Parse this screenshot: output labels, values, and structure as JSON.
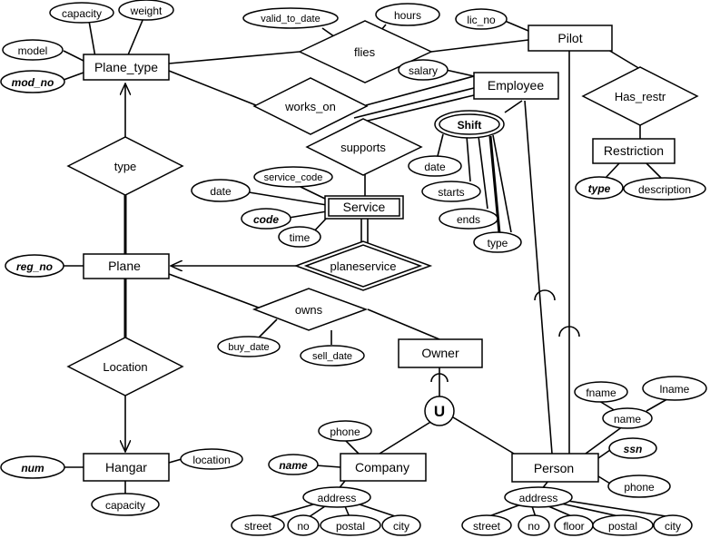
{
  "entities": {
    "plane_type": "Plane_type",
    "pilot": "Pilot",
    "employee": "Employee",
    "restriction": "Restriction",
    "service": "Service",
    "plane": "Plane",
    "owner": "Owner",
    "hangar": "Hangar",
    "company": "Company",
    "person": "Person"
  },
  "relationships": {
    "flies": "flies",
    "works_on": "works_on",
    "supports": "supports",
    "has_restr": "Has_restr",
    "type": "type",
    "planeservice": "planeservice",
    "owns": "owns",
    "location": "Location"
  },
  "union_symbol": "U",
  "attributes": {
    "capacity_pt": "capacity",
    "weight": "weight",
    "model": "model",
    "mod_no": "mod_no",
    "valid_to_date": "valid_to_date",
    "hours": "hours",
    "lic_no": "lic_no",
    "salary": "salary",
    "shift": "Shift",
    "shift_date": "date",
    "starts": "starts",
    "ends": "ends",
    "shift_type": "type",
    "service_code": "service_code",
    "service_date": "date",
    "code": "code",
    "time": "time",
    "r_type": "type",
    "description": "description",
    "reg_no": "reg_no",
    "buy_date": "buy_date",
    "sell_date": "sell_date",
    "num": "num",
    "location_attr": "location",
    "hangar_capacity": "capacity",
    "company_phone": "phone",
    "company_name": "name",
    "company_address": "address",
    "c_street": "street",
    "c_no": "no",
    "c_postal": "postal",
    "c_city": "city",
    "fname": "fname",
    "lname": "lname",
    "person_name": "name",
    "ssn": "ssn",
    "person_phone": "phone",
    "person_address": "address",
    "p_street": "street",
    "p_no": "no",
    "p_floor": "floor",
    "p_postal": "postal",
    "p_city": "city"
  }
}
